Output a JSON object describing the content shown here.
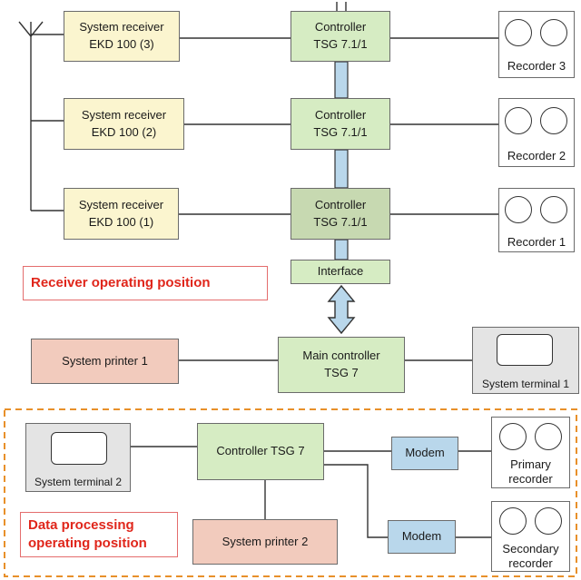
{
  "receivers": [
    {
      "title": "System receiver",
      "model": "EKD 100 (3)"
    },
    {
      "title": "System receiver",
      "model": "EKD 100 (2)"
    },
    {
      "title": "System receiver",
      "model": "EKD 100 (1)"
    }
  ],
  "controllers": [
    {
      "line1": "Controller",
      "line2": "TSG 7.1/1"
    },
    {
      "line1": "Controller",
      "line2": "TSG 7.1/1"
    },
    {
      "line1": "Controller",
      "line2": "TSG 7.1/1"
    }
  ],
  "recorders": [
    "Recorder 3",
    "Recorder 2",
    "Recorder 1"
  ],
  "interface_label": "Interface",
  "receiver_position_label": "Receiver operating position",
  "system_printer_1": "System printer 1",
  "main_controller": {
    "line1": "Main controller",
    "line2": "TSG 7"
  },
  "system_terminal_1": "System terminal 1",
  "system_terminal_2": "System terminal 2",
  "controller_tsg7": "Controller TSG 7",
  "modem_label": "Modem",
  "primary_recorder": {
    "line1": "Primary",
    "line2": "recorder"
  },
  "secondary_recorder": {
    "line1": "Secondary",
    "line2": "recorder"
  },
  "data_position_label": {
    "line1": "Data processing",
    "line2": "operating position"
  },
  "system_printer_2": "System printer 2",
  "colors": {
    "receiver_fill": "#fbf5cf",
    "controller_fill": "#d6ecc3",
    "printer_fill": "#f2cbbd",
    "modem_fill": "#b9d7eb",
    "bus_fill": "#b9d7eb",
    "dashed_border": "#e8902a",
    "label_red": "#e0261b"
  }
}
